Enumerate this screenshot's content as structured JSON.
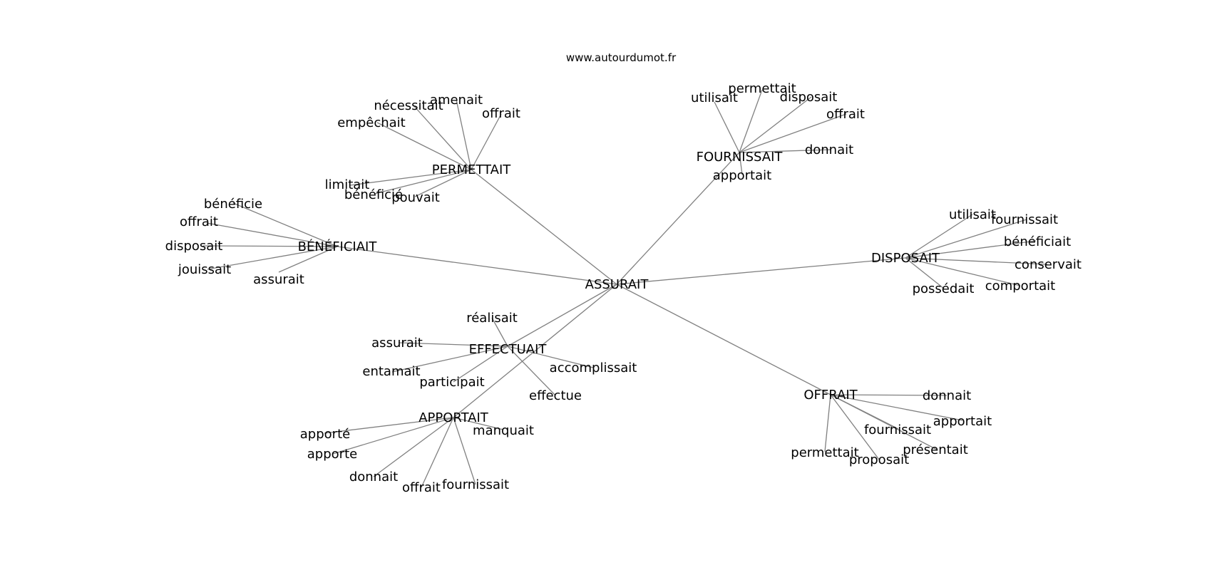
{
  "site": "www.autourdumot.fr",
  "center": "ASSURAIT",
  "hubs": [
    {
      "id": "permettait",
      "label": "PERMETTAIT",
      "leaves": [
        "offrait",
        "amenait",
        "nécessitait",
        "empêchait",
        "limitait",
        "bénéficié",
        "pouvait"
      ]
    },
    {
      "id": "beneficiait",
      "label": "BÉNÉFICIAIT",
      "leaves": [
        "bénéficie",
        "offrait",
        "disposait",
        "jouissait",
        "assurait"
      ]
    },
    {
      "id": "fournissait",
      "label": "FOURNISSAIT",
      "leaves": [
        "utilisait",
        "permettait",
        "disposait",
        "offrait",
        "donnait",
        "apportait"
      ]
    },
    {
      "id": "disposait",
      "label": "DISPOSAIT",
      "leaves": [
        "utilisait",
        "fournissait",
        "bénéficiait",
        "conservait",
        "comportait",
        "possédait"
      ]
    },
    {
      "id": "effectuait",
      "label": "EFFECTUAIT",
      "leaves": [
        "réalisait",
        "assurait",
        "entamait",
        "participait",
        "effectue",
        "accomplissait"
      ]
    },
    {
      "id": "apportait",
      "label": "APPORTAIT",
      "leaves": [
        "apporté",
        "apporte",
        "donnait",
        "offrait",
        "fournissait",
        "manquait"
      ]
    },
    {
      "id": "offrait",
      "label": "OFFRAIT",
      "leaves": [
        "donnait",
        "apportait",
        "fournissait",
        "présentait",
        "proposait",
        "permettait"
      ]
    }
  ]
}
